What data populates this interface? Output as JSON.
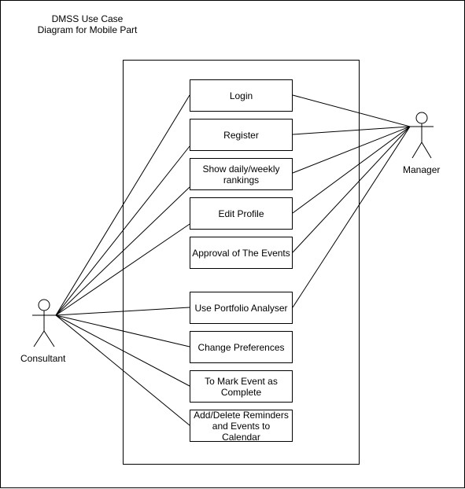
{
  "title": {
    "line1": "DMSS Use Case",
    "line2": "Diagram for Mobile Part"
  },
  "actors": {
    "manager": "Manager",
    "consultant": "Consultant"
  },
  "use_cases": [
    {
      "id": "login",
      "label": "Login"
    },
    {
      "id": "register",
      "label": "Register"
    },
    {
      "id": "rankings",
      "label": "Show daily/weekly rankings"
    },
    {
      "id": "edit-profile",
      "label": "Edit Profile"
    },
    {
      "id": "approval",
      "label": "Approval of The Events"
    },
    {
      "id": "portfolio",
      "label": "Use Portfolio Analyser"
    },
    {
      "id": "preferences",
      "label": "Change Preferences"
    },
    {
      "id": "mark-complete",
      "label": "To Mark Event as Complete"
    },
    {
      "id": "reminders",
      "label": "Add/Delete Reminders and Events to Calendar"
    }
  ]
}
